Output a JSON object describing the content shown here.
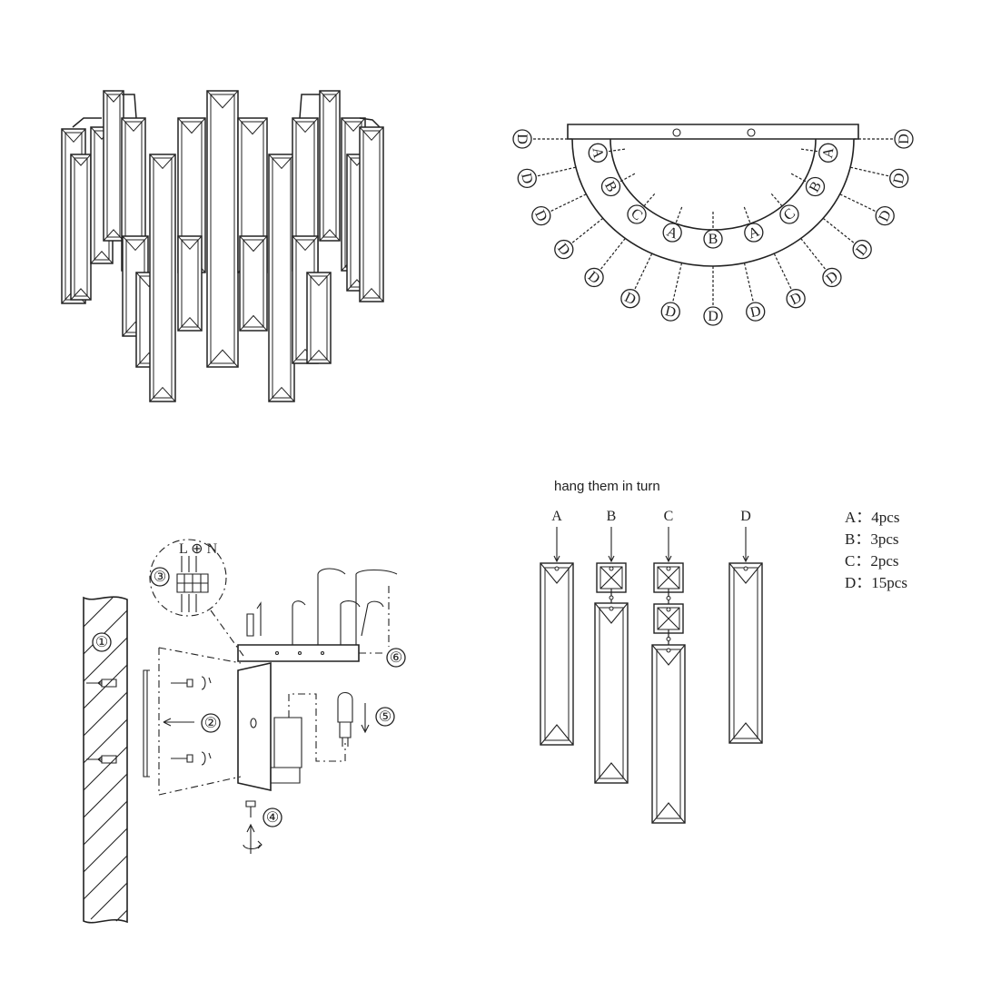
{
  "caption": "hang them in turn",
  "crystal_types": [
    {
      "letter": "A",
      "legend": "A：4pcs"
    },
    {
      "letter": "B",
      "legend": "B：3pcs"
    },
    {
      "letter": "C",
      "legend": "C：2pcs"
    },
    {
      "letter": "D",
      "legend": "D：15pcs"
    }
  ],
  "plan_labels": {
    "inner": [
      "A",
      "B",
      "C",
      "A",
      "B",
      "A",
      "C",
      "B",
      "A"
    ],
    "outer": [
      "D",
      "D",
      "D",
      "D",
      "D",
      "D",
      "D",
      "D",
      "D",
      "D",
      "D",
      "D",
      "D",
      "D",
      "D"
    ]
  },
  "steps": [
    "①",
    "②",
    "③",
    "④",
    "⑤",
    "⑥"
  ],
  "colors": {
    "line": "#222222",
    "background": "#ffffff"
  }
}
